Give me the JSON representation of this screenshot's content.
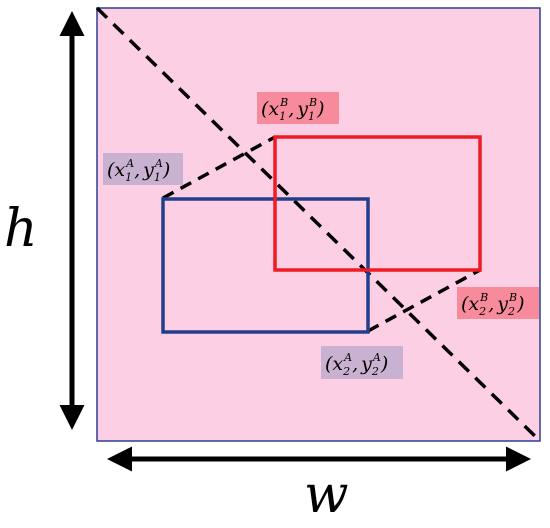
{
  "diagram": {
    "axis_labels": {
      "height": "h",
      "width": "w"
    },
    "points": {
      "a1": {
        "sym": "x",
        "sub1": "1",
        "sup1": "A",
        "sym2": "y",
        "sub2": "1",
        "sup2": "A"
      },
      "b1": {
        "sym": "x",
        "sub1": "1",
        "sup1": "B",
        "sym2": "y",
        "sub2": "1",
        "sup2": "B"
      },
      "a2": {
        "sym": "x",
        "sub1": "2",
        "sup1": "A",
        "sym2": "y",
        "sub2": "2",
        "sup2": "A"
      },
      "b2": {
        "sym": "x",
        "sub1": "2",
        "sup1": "B",
        "sym2": "y",
        "sub2": "2",
        "sup2": "B"
      }
    },
    "colors": {
      "canvas_fill": "#fdcfe4",
      "canvas_border": "#2f3f8f",
      "box_a": "#233f8c",
      "box_b": "#ee1c25",
      "label_a_bg": "#c9b1d2",
      "label_b_bg": "#f78a9b",
      "dashes": "#000000",
      "arrows": "#000000"
    }
  }
}
